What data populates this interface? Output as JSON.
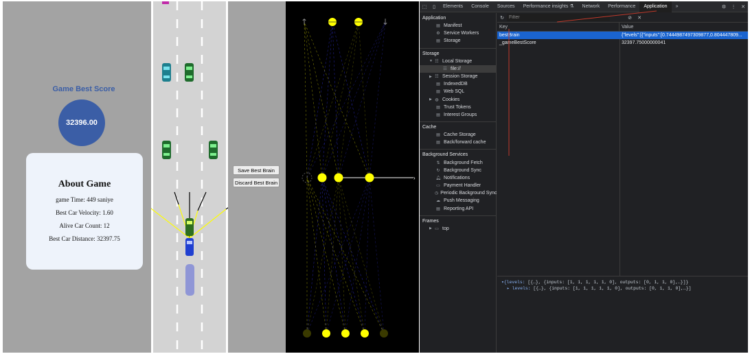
{
  "game": {
    "best_score_title": "Game Best Score",
    "best_score_value": "32396.00",
    "about": {
      "title": "About Game",
      "game_time": "game Time: 449 saniye",
      "velocity": "Best Car Velocity: 1.60",
      "alive": "Alive Car Count: 12",
      "distance": "Best Car Distance: 32397.75"
    },
    "buttons": {
      "save": "Save Best Brain",
      "discard": "Discard Best Brain"
    },
    "colors": {
      "score": "#3b5ea6",
      "road": "#d3d3d3",
      "sensor": "#ffff00",
      "best_car": "#1f3fd1"
    }
  },
  "network": {
    "output_arrows": [
      "↑",
      "↓"
    ]
  },
  "devtools": {
    "tabs": [
      "Elements",
      "Console",
      "Sources",
      "Performance insights ⚗",
      "Network",
      "Performance",
      "Application"
    ],
    "active_tab": "Application",
    "more_tabs": "»",
    "sidebar": {
      "application_title": "Application",
      "application_items": [
        "Manifest",
        "Service Workers",
        "Storage"
      ],
      "storage_title": "Storage",
      "local_storage": "Local Storage",
      "local_storage_child": "file://",
      "session_storage": "Session Storage",
      "storage_items": [
        "IndexedDB",
        "Web SQL"
      ],
      "cookies": "Cookies",
      "storage_items2": [
        "Trust Tokens",
        "Interest Groups"
      ],
      "cache_title": "Cache",
      "cache_items": [
        "Cache Storage",
        "Back/forward cache"
      ],
      "bg_title": "Background Services",
      "bg_items": [
        "Background Fetch",
        "Background Sync",
        "Notifications",
        "Payment Handler",
        "Periodic Background Sync",
        "Push Messaging",
        "Reporting API"
      ],
      "frames_title": "Frames",
      "frames_top": "top"
    },
    "filter_placeholder": "Filter",
    "table": {
      "key_header": "Key",
      "value_header": "Value",
      "rows": [
        {
          "key": "bestBrain",
          "value": "{\"levels\":[{\"inputs\":[0.7444987497309877,0.804447809..."
        },
        {
          "key": "_gameBestScore",
          "value": "32397.75000000041"
        }
      ]
    },
    "preview": {
      "line1_key": "▾{levels: ",
      "line1_rest": "[{…}, {inputs: [1, 1, 1, 1, 1, 0], outputs: [0, 1, 1, 0],…}]}",
      "line2_key": "▸ levels: ",
      "line2_rest": "[{…}, {inputs: [1, 1, 1, 1, 1, 0], outputs: [0, 1, 1, 0],…}]"
    }
  }
}
